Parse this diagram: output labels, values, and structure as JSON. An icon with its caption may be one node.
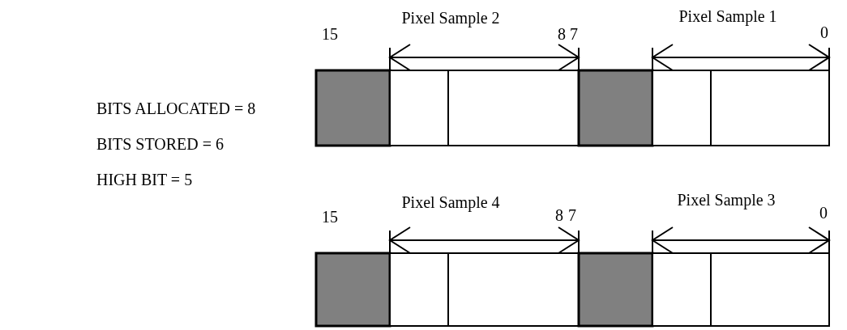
{
  "diagram": {
    "labels": [
      "BITS ALLOCATED = 8",
      "BITS STORED = 6",
      "HIGH BIT = 5",
      "15",
      "Pixel Sample 2",
      "8",
      "7",
      "Pixel Sample 1",
      "0",
      "15",
      "Pixel Sample 4",
      "8",
      "7",
      "Pixel Sample 3",
      "0"
    ]
  }
}
